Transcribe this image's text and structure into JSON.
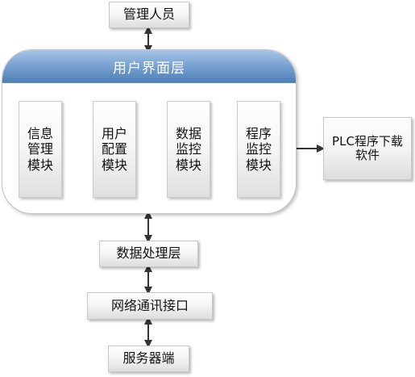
{
  "top_box": {
    "label": "管理人员"
  },
  "ui_layer": {
    "title": "用户界面层",
    "modules": [
      {
        "label": "信息\n管理\n模块"
      },
      {
        "label": "用户\n配置\n模块"
      },
      {
        "label": "数据\n监控\n模块"
      },
      {
        "label": "程序\n监控\n模块"
      }
    ]
  },
  "side_box": {
    "label": "PLC程序下载\n软件"
  },
  "data_layer": {
    "label": "数据处理层"
  },
  "network_box": {
    "label": "网络通讯接口"
  },
  "server_box": {
    "label": "服务器端"
  },
  "colors": {
    "header_blue": "#5b8bc1",
    "arrow_dark": "#333333"
  }
}
